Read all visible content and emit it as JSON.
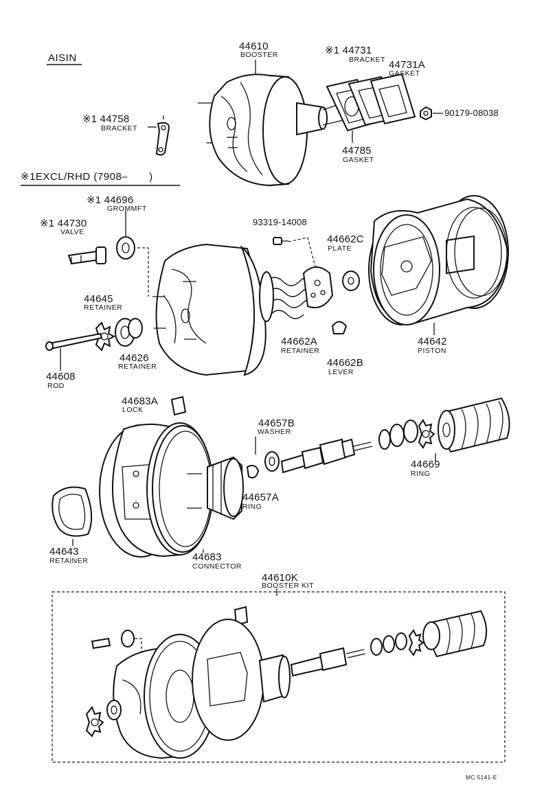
{
  "header": {
    "brand": "AISIN",
    "note": "※1EXCL/RHD (7908–　　)"
  },
  "callouts": {
    "p44610": {
      "num": "44610",
      "name": "BOOSTER"
    },
    "p44731": {
      "num": "※1 44731",
      "name": "BRACKET"
    },
    "p44731a": {
      "num": "44731A",
      "name": "GASKET"
    },
    "p90179": {
      "num": "90179-08038",
      "name": ""
    },
    "p44758": {
      "num": "※1 44758",
      "name": "BRACKET"
    },
    "p44785": {
      "num": "44785",
      "name": "GASKET"
    },
    "p44696": {
      "num": "※1 44696",
      "name": "GROMMFT"
    },
    "p44730": {
      "num": "※1 44730",
      "name": "VALVE"
    },
    "p93319": {
      "num": "93319-14008",
      "name": ""
    },
    "p44662c": {
      "num": "44662C",
      "name": "PLATE"
    },
    "p44645": {
      "num": "44645",
      "name": "RETAINER"
    },
    "p44626": {
      "num": "44626",
      "name": "RETAINER"
    },
    "p44662a": {
      "num": "44662A",
      "name": "RETAINER"
    },
    "p44662b": {
      "num": "44662B",
      "name": "LEVER"
    },
    "p44642": {
      "num": "44642",
      "name": "PISTON"
    },
    "p44608": {
      "num": "44608",
      "name": "ROD"
    },
    "p44683a": {
      "num": "44683A",
      "name": "LOCK"
    },
    "p44657b": {
      "num": "44657B",
      "name": "WASHER"
    },
    "p44669": {
      "num": "44669",
      "name": "RING"
    },
    "p44657a": {
      "num": "44657A",
      "name": "RING"
    },
    "p44643": {
      "num": "44643",
      "name": "RETAINER"
    },
    "p44683": {
      "num": "44683",
      "name": "CONNECTOR"
    },
    "p44610k": {
      "num": "44610K",
      "name": "BOOSTER KIT"
    }
  },
  "footer": {
    "ref": "MC 5141-E"
  }
}
